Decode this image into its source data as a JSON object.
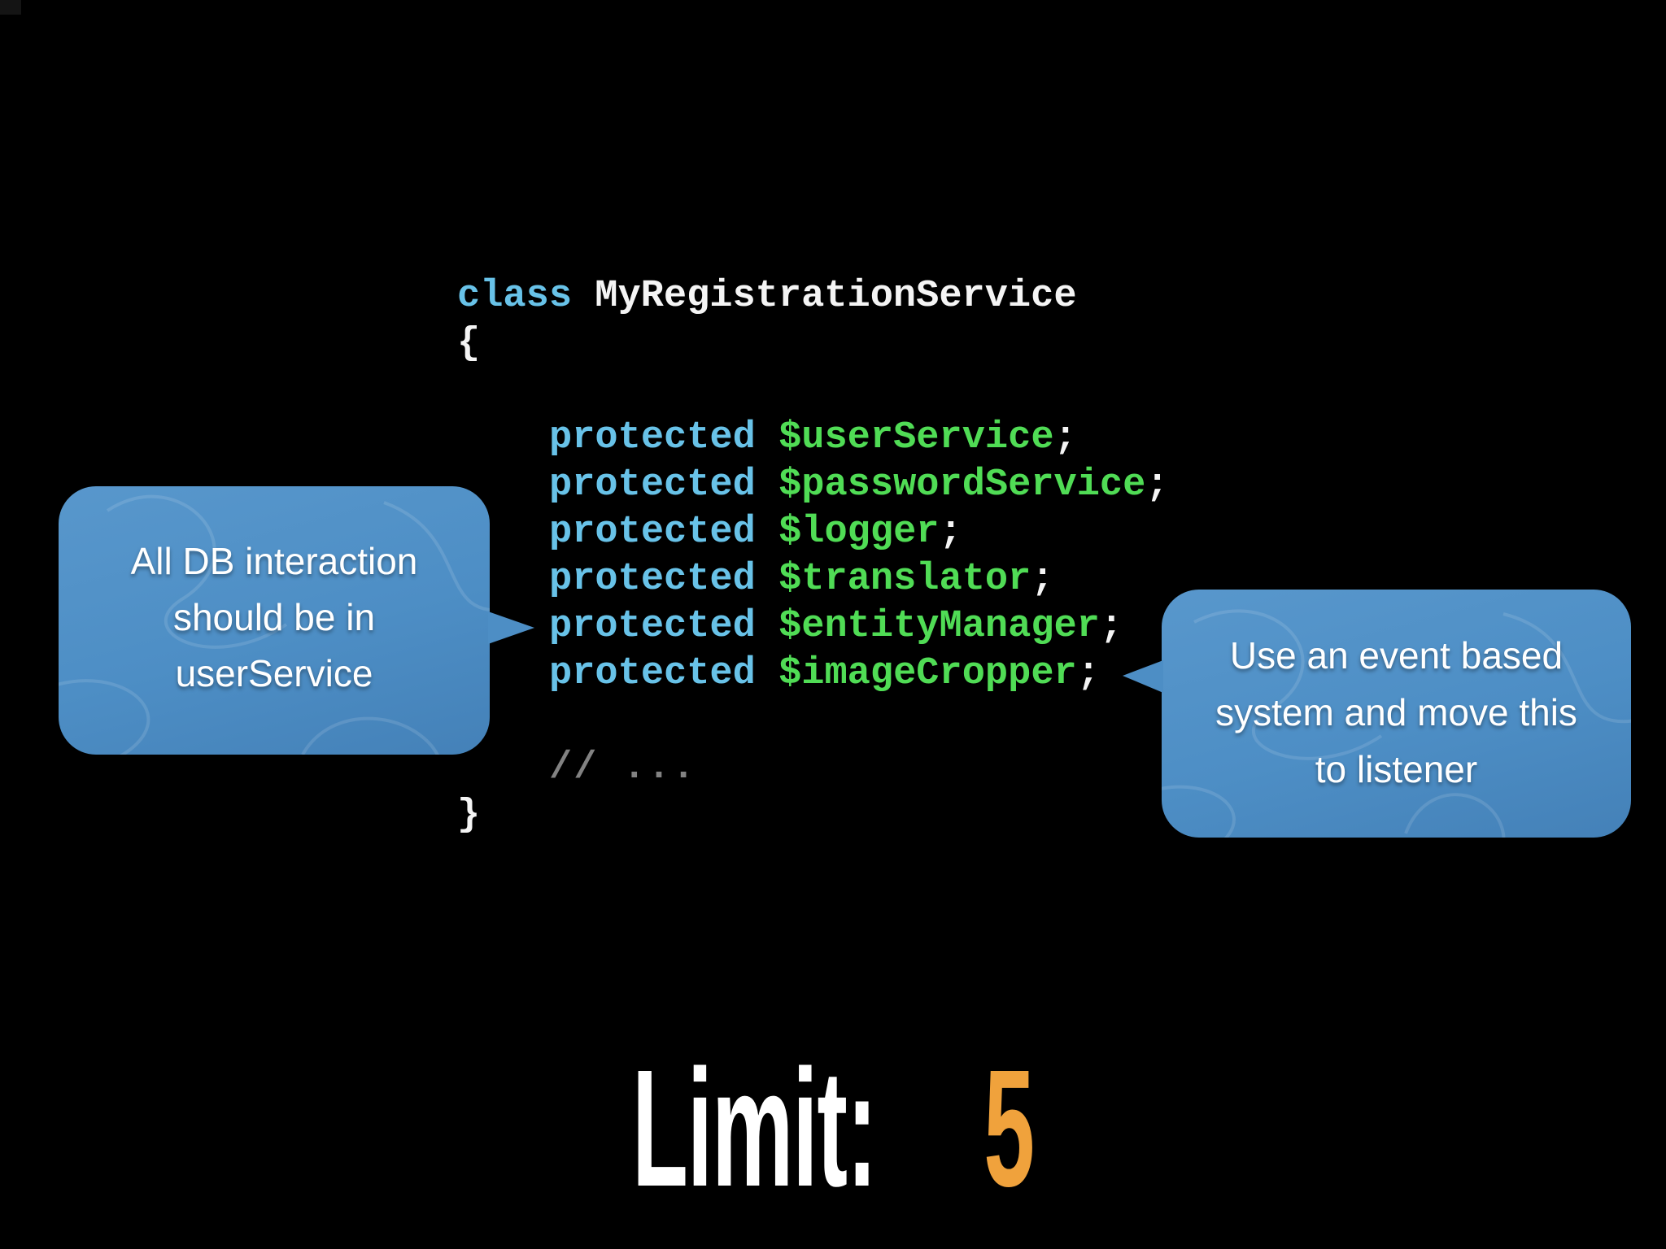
{
  "slide": {
    "code": {
      "class_keyword": "class",
      "class_name": "MyRegistrationService",
      "open_brace": "{",
      "protected_keyword": "protected",
      "properties": [
        "$userService",
        "$passwordService",
        "$logger",
        "$translator",
        "$entityManager",
        "$imageCropper"
      ],
      "semicolon": ";",
      "comment": "// ...",
      "close_brace": "}"
    },
    "left_callout": {
      "lines": [
        "All DB interaction",
        "should be in",
        "userService"
      ]
    },
    "right_callout": {
      "lines": [
        "Use an event based",
        "system and move this",
        "to listener"
      ]
    },
    "footer": {
      "label": "Limit:",
      "value": "5"
    }
  },
  "colors": {
    "background": "#000000",
    "keyword": "#68c2e8",
    "variable": "#50dc55",
    "plain": "#f4f4f4",
    "comment": "#828282",
    "bubble": "#4d8ec5",
    "bubble-text": "#ffffff",
    "limit-label": "#ffffff",
    "limit-value": "#f0a23c"
  }
}
